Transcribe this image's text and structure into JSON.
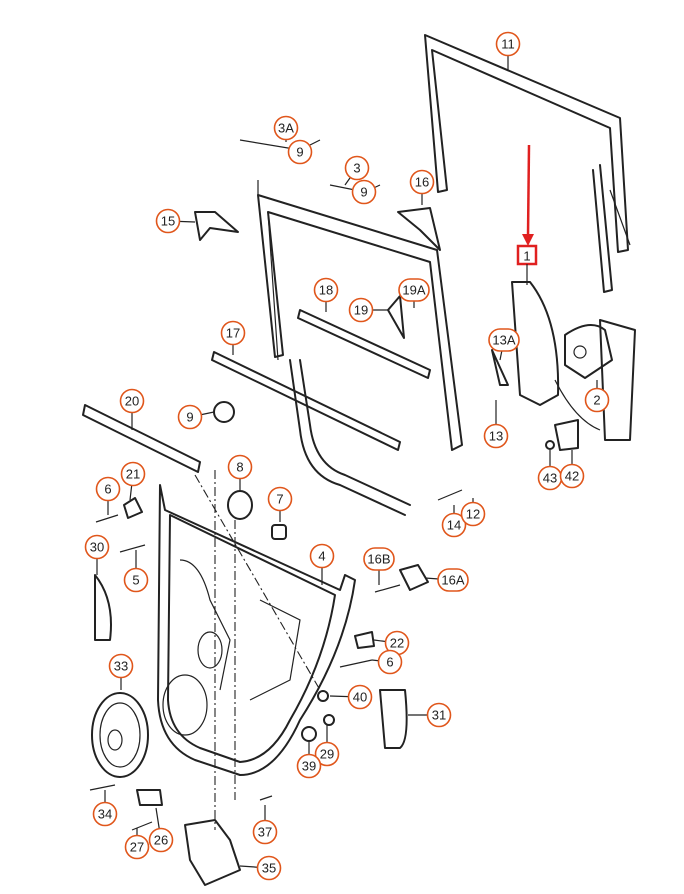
{
  "diagram": {
    "highlight_label": "1",
    "highlight_color": "#e02020",
    "callout_color": "#e0561b",
    "callouts": [
      "11",
      "3A",
      "9",
      "3",
      "9",
      "16",
      "15",
      "18",
      "19",
      "19A",
      "17",
      "13A",
      "2",
      "20",
      "9",
      "13",
      "43",
      "42",
      "8",
      "21",
      "6",
      "7",
      "14",
      "12",
      "30",
      "5",
      "4",
      "16B",
      "16A",
      "22",
      "6",
      "33",
      "40",
      "31",
      "29",
      "39",
      "34",
      "37",
      "27",
      "26",
      "35"
    ]
  }
}
